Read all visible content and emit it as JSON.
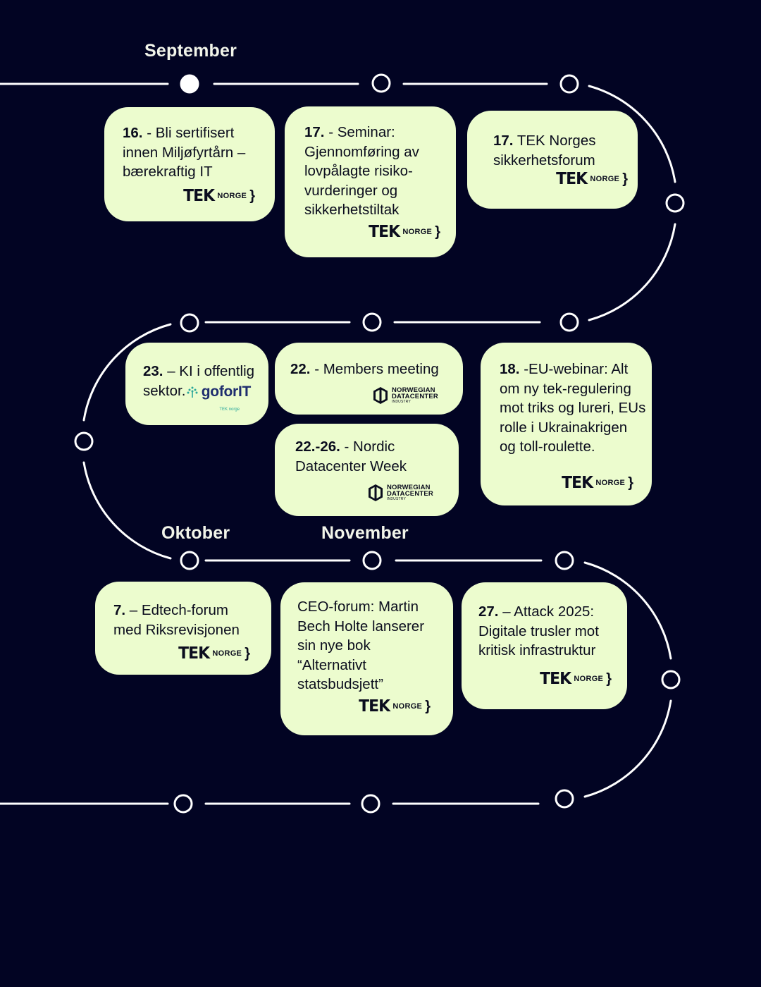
{
  "months": {
    "september": "September",
    "oktober": "Oktober",
    "november": "November"
  },
  "colors": {
    "background": "#020423",
    "card": "#ecfcce",
    "line": "#ffffff",
    "text": "#0b0d1e"
  },
  "logos": {
    "tek_word": "TEK",
    "tek_sub": "NORGE",
    "ndc_line1": "NORWEGIAN",
    "ndc_line2": "DATACENTER",
    "ndc_line3": "INDUSTRY",
    "gofor_a": "gofor",
    "gofor_b": "IT",
    "gofor_tiny": "TEK norge"
  },
  "events": {
    "e16": {
      "date": "16.",
      "text": " - Bli sertifisert innen Miljøfyrtårn – bærekraftig IT"
    },
    "e17a": {
      "date": "17.",
      "text": " - Seminar: Gjennomføring av lovpålagte risiko-vurderinger og sikkerhetstiltak"
    },
    "e17b": {
      "date": "17.",
      "text": " TEK Norges sikkerhetsforum"
    },
    "e23": {
      "date": "23.",
      "text": " – KI i offentlig sektor."
    },
    "e22": {
      "date": "22.",
      "text": " - Members meeting"
    },
    "e22_26": {
      "date": "22.-26.",
      "text": " - Nordic Datacenter Week"
    },
    "e18": {
      "date": "18.",
      "text": " -EU-webinar: Alt om ny tek-regulering mot triks og lureri, EUs rolle i Ukrainakrigen og toll-roulette."
    },
    "e7": {
      "date": "7.",
      "text": " – Edtech-forum med Riksrevisjonen"
    },
    "eceo": {
      "text": "CEO-forum: Martin Bech Holte lanserer sin nye bok “Alternativt statsbudsjett”"
    },
    "e27": {
      "date": "27.",
      "text": " – Attack 2025: Digitale trusler mot kritisk infrastruktur"
    }
  }
}
